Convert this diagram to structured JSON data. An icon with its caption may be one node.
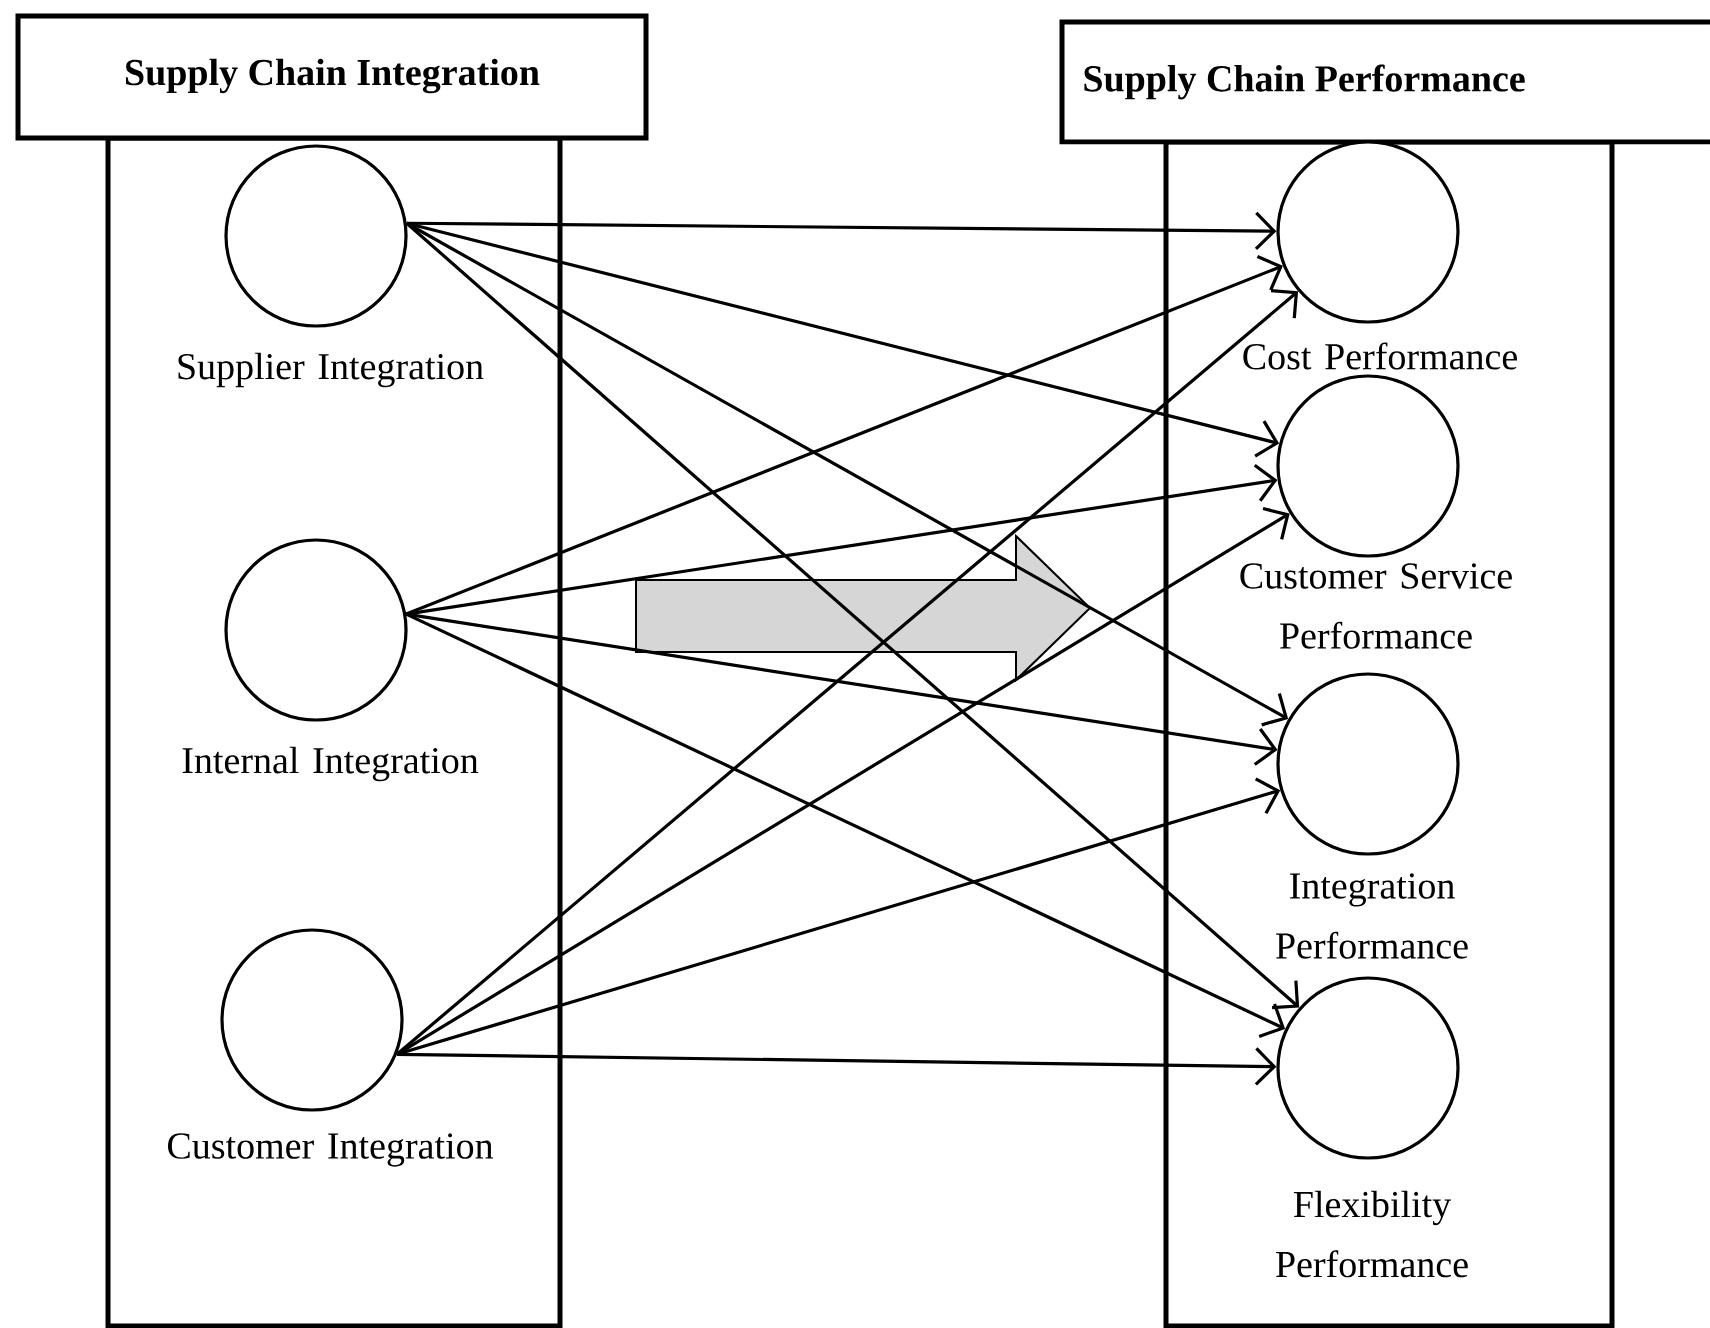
{
  "diagram": {
    "nodes": [
      {
        "text": [
          "Supply Chain Integration"
        ]
      },
      {
        "text": [],
        "shape": "circle",
        "in": 0,
        "beside": [
          "Supplier Integration"
        ]
      },
      {
        "text": [],
        "shape": "circle",
        "in": 0,
        "beside": [
          "Internal Integration"
        ]
      },
      {
        "text": [],
        "shape": "circle",
        "in": 0,
        "beside": [
          "Customer Integration"
        ]
      },
      {
        "text": [
          "Supply Chain Performance"
        ]
      },
      {
        "text": [],
        "shape": "circle",
        "in": 4,
        "beside": [
          "Cost Performance"
        ]
      },
      {
        "text": [],
        "shape": "circle",
        "in": 4,
        "beside": [
          "Customer Service Performance"
        ]
      },
      {
        "text": [],
        "shape": "circle",
        "in": 4,
        "beside": [
          "Integration Performance"
        ]
      },
      {
        "text": [],
        "shape": "circle",
        "in": 4,
        "beside": [
          "Flexibility Performance"
        ]
      }
    ],
    "edges": [
      {
        "from": 1,
        "to": 5,
        "arrow": "to"
      },
      {
        "from": 1,
        "to": 6,
        "arrow": "to"
      },
      {
        "from": 1,
        "to": 7,
        "arrow": "to"
      },
      {
        "from": 1,
        "to": 8,
        "arrow": "to"
      },
      {
        "from": 2,
        "to": 5,
        "arrow": "to"
      },
      {
        "from": 2,
        "to": 6,
        "arrow": "to"
      },
      {
        "from": 2,
        "to": 7,
        "arrow": "to"
      },
      {
        "from": 2,
        "to": 8,
        "arrow": "to"
      },
      {
        "from": 3,
        "to": 5,
        "arrow": "to"
      },
      {
        "from": 3,
        "to": 6,
        "arrow": "to"
      },
      {
        "from": 3,
        "to": 7,
        "arrow": "to"
      },
      {
        "from": 3,
        "to": 8,
        "arrow": "to"
      }
    ]
  }
}
